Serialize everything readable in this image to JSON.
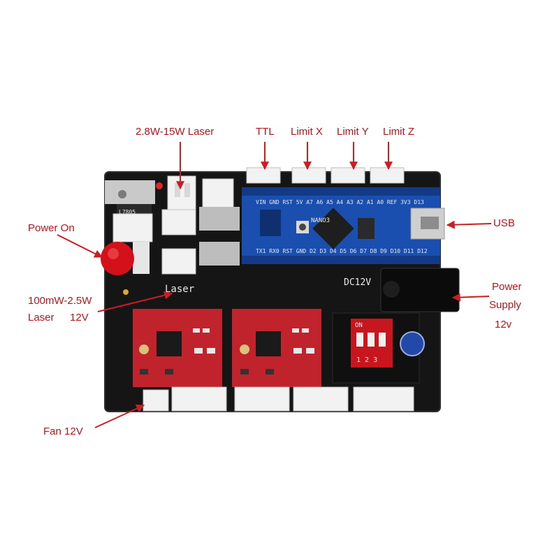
{
  "annotations": {
    "laser_high": "2.8W-15W Laser",
    "ttl": "TTL",
    "limit_x": "Limit X",
    "limit_y": "Limit Y",
    "limit_z": "Limit Z",
    "power_on": "Power On",
    "usb": "USB",
    "laser_low_line1": "100mW-2.5W",
    "laser_low_line2": "Laser",
    "laser_low_line3": "12V",
    "power_supply_line1": "Power",
    "power_supply_line2": "Supply",
    "power_supply_line3": "12v",
    "fan": "Fan 12V"
  },
  "board_silkscreen": {
    "nano_top_pins": "VIN GND RST 5V A7 A6 A5 A4 A3 A2 A1 A0 REF 3V3 D13",
    "nano_bottom_pins": "TX1 RX0 RST GND D2 D3 D4 D5 D6 D7 D8 D9 D10 D11 D12",
    "nano_model": "NANO3",
    "laser_label": "Laser",
    "dc_label": "DC12V",
    "regulator_label": "L7805",
    "dip_on": "ON",
    "dip_numbers": "1 2 3"
  },
  "colors": {
    "annotation_text": "#b8141c",
    "arrow": "#c81e24",
    "pcb": "#151515",
    "nano_board": "#1a4fb0",
    "driver_board": "#c0232b",
    "connector": "#f2f2f2"
  }
}
